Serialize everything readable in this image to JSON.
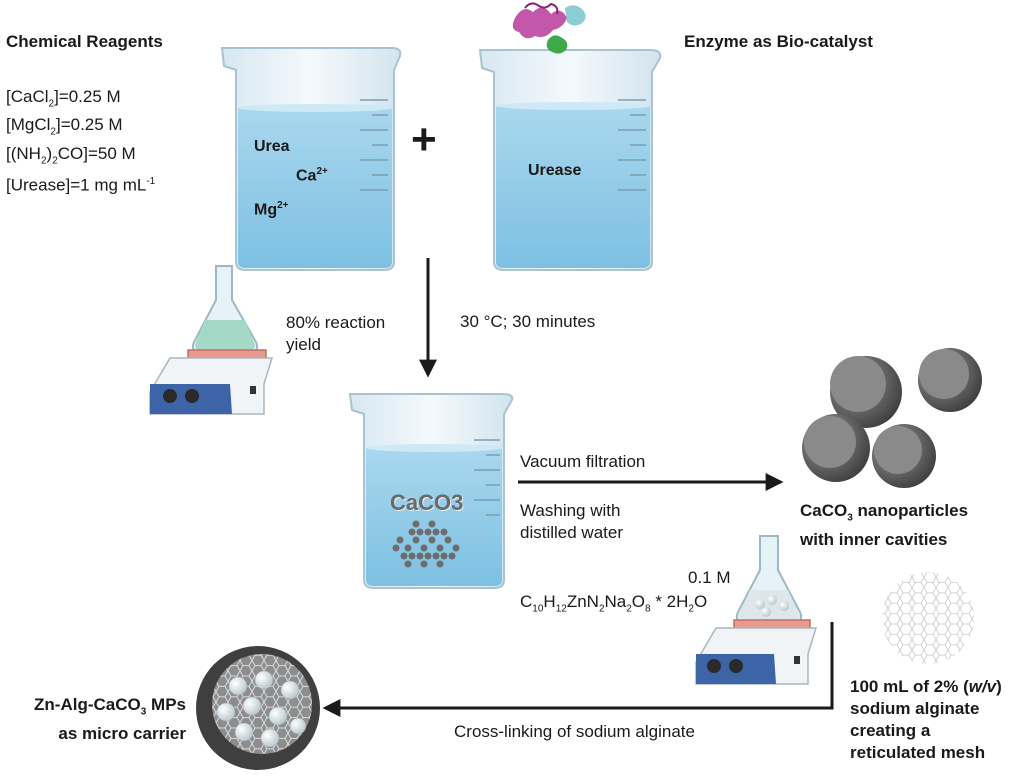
{
  "reagents": {
    "title": "Chemical Reagents",
    "cacl2": {
      "pre": "[CaCl",
      "sub": "2",
      "post": "]=0.25 M"
    },
    "mgcl2": {
      "pre": "[MgCl",
      "sub": "2",
      "post": "]=0.25 M"
    },
    "urea": {
      "pre": "[(NH",
      "sub": "2",
      "post": ")",
      "sub2": "2",
      "post2": "CO]=50 M"
    },
    "urease": {
      "pre": "[Urease]=1 mg mL",
      "sup": "-1"
    }
  },
  "enzyme_title": "Enzyme as Bio-catalyst",
  "beaker1": {
    "urea": "Urea",
    "ca": "Ca",
    "ca_sup": "2+",
    "mg": "Mg",
    "mg_sup": "2+"
  },
  "plus": "+",
  "beaker2": {
    "label": "Urease"
  },
  "yield": {
    "line1": "80% reaction",
    "line2": "yield"
  },
  "conditions": "30 °C; 30 minutes",
  "beaker3": {
    "label": "CaCO3"
  },
  "filtration": "Vacuum filtration",
  "washing": {
    "line1": "Washing with",
    "line2": "distilled water"
  },
  "nanoparticles": {
    "pre": "CaCO",
    "sub": "3",
    "post": " nanoparticles",
    "line2": "with inner cavities"
  },
  "zinc": {
    "conc": "0.1 M",
    "formula": [
      {
        "t": "C"
      },
      {
        "s": "10"
      },
      {
        "t": "H"
      },
      {
        "s": "12"
      },
      {
        "t": "ZnN"
      },
      {
        "s": "2"
      },
      {
        "t": "Na"
      },
      {
        "s": "2"
      },
      {
        "t": "O"
      },
      {
        "s": "8"
      },
      {
        "t": " * 2H"
      },
      {
        "s": "2"
      },
      {
        "t": "O"
      }
    ]
  },
  "alginate": {
    "line1_pre": "100 mL of 2% (",
    "line1_em": "w/v",
    "line1_post": ")",
    "line2": "sodium alginate",
    "line3": "creating a",
    "line4": "reticulated mesh"
  },
  "crosslink": "Cross-linking of sodium alginate",
  "product": {
    "pre": "Zn-Alg-CaCO",
    "sub": "3",
    "post": " MPs",
    "line2": "as micro carrier"
  },
  "colors": {
    "water": "#b9def0",
    "water_dark": "#7fc0e0",
    "glass": "#e9f3f8",
    "arrow": "#1a1a1a",
    "particle": "#6d6d6d"
  }
}
